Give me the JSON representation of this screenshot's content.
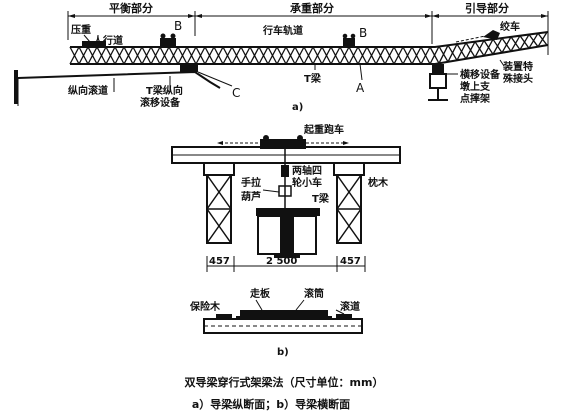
{
  "diagram": {
    "part_a": {
      "sections": {
        "balance": "平衡部分",
        "bearing": "承重部分",
        "guide": "引导部分"
      },
      "labels": {
        "ballast": "压重",
        "walkway": "人行道",
        "track": "行车轨道",
        "winch": "绞车",
        "t_beam": "T梁",
        "lateral_device": "横移设备",
        "special_joint": "装置特殊接头",
        "pier_support": "墩上支点摔架",
        "longitudinal_track": "纵向滚道",
        "t_beam_roller": "T梁纵向滚移设备",
        "marker_a": "A",
        "marker_b1": "B",
        "marker_b2": "B",
        "marker_c": "C"
      },
      "sub_label": "a)"
    },
    "part_b": {
      "labels": {
        "gantry_crane": "起重跑车",
        "trolley": "两轴四轮小车",
        "hand_hoist": "手拉葫芦",
        "t_beam": "T梁",
        "sleeper": "枕木",
        "safety_wood": "保险木",
        "walk_board": "走板",
        "roller": "滚筒",
        "roller_track": "滚道"
      },
      "dimensions": [
        "457",
        "2 500",
        "457"
      ],
      "sub_label": "b)"
    },
    "caption": {
      "line1": "双导梁穿行式架梁法（尺寸单位：mm）",
      "line2": "a）导梁纵断面；b）导梁横断面"
    }
  }
}
